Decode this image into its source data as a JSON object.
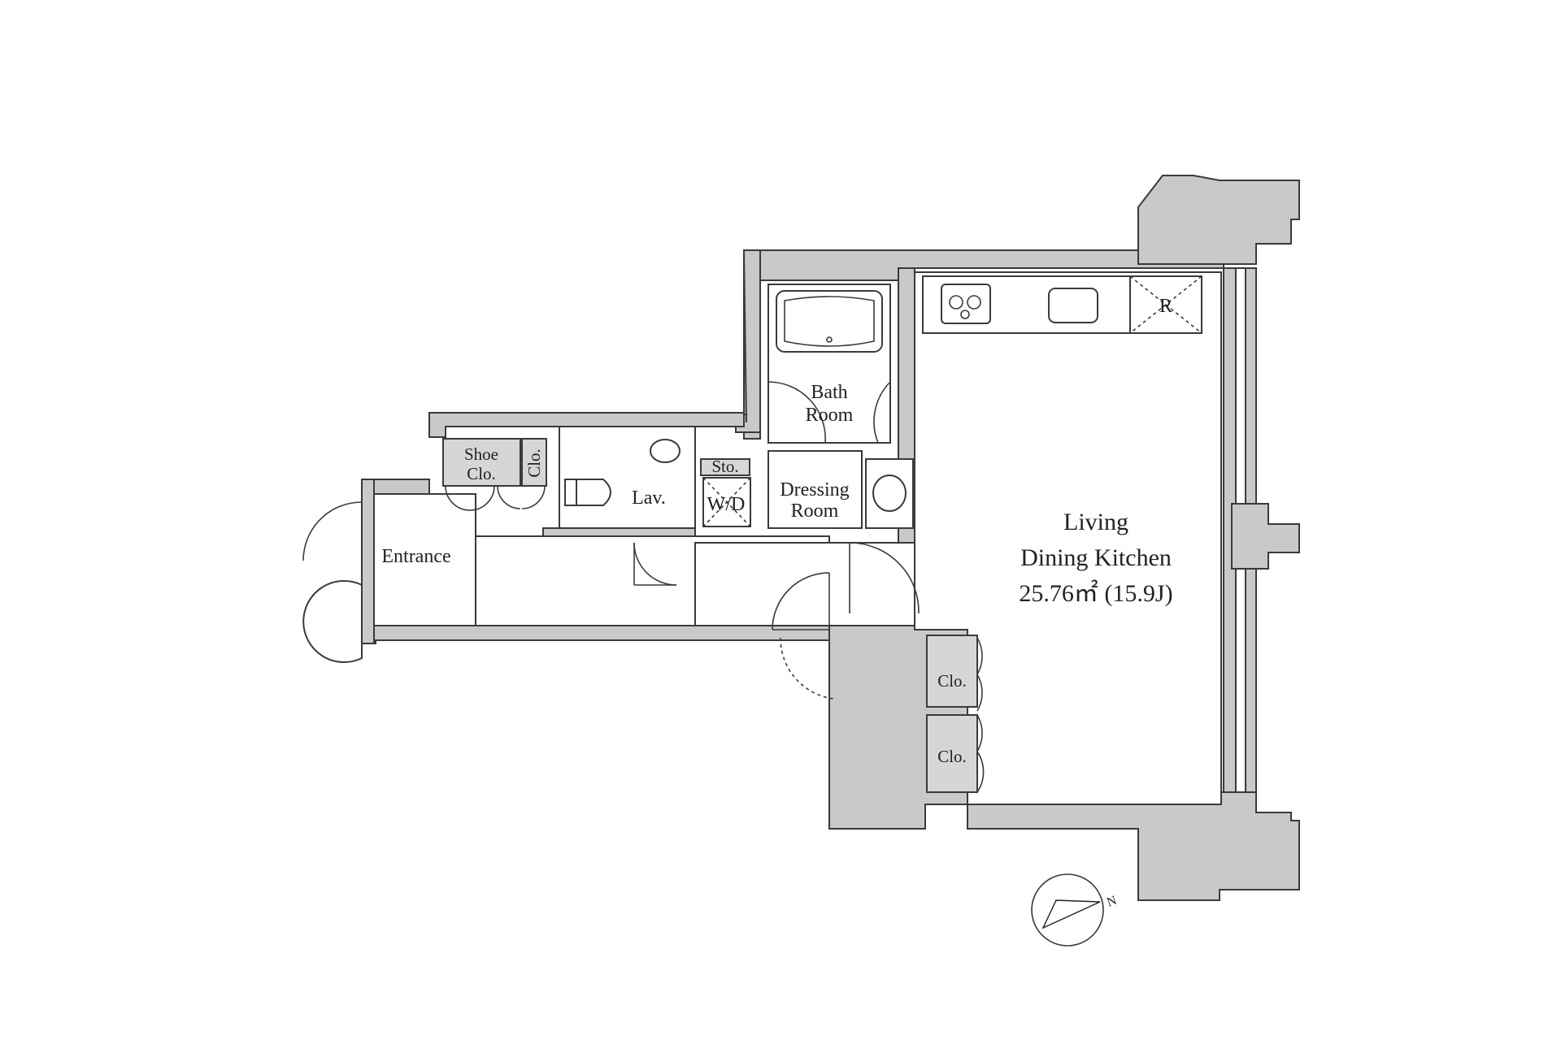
{
  "rooms": {
    "entrance": "Entrance",
    "shoe_closet_1": "Shoe",
    "shoe_closet_2": "Clo.",
    "closet_small": "Clo.",
    "lavatory": "Lav.",
    "storage": "Sto.",
    "washer_dryer": "W/D",
    "dressing_room_1": "Dressing",
    "dressing_room_2": "Room",
    "bath_room_1": "Bath",
    "bath_room_2": "Room",
    "refrigerator": "R",
    "ldk_line1": "Living",
    "ldk_line2": "Dining Kitchen",
    "ldk_area": "25.76㎡ (15.9J)",
    "closet_upper": "Clo.",
    "closet_lower": "Clo."
  },
  "compass": {
    "north_label": "N"
  }
}
